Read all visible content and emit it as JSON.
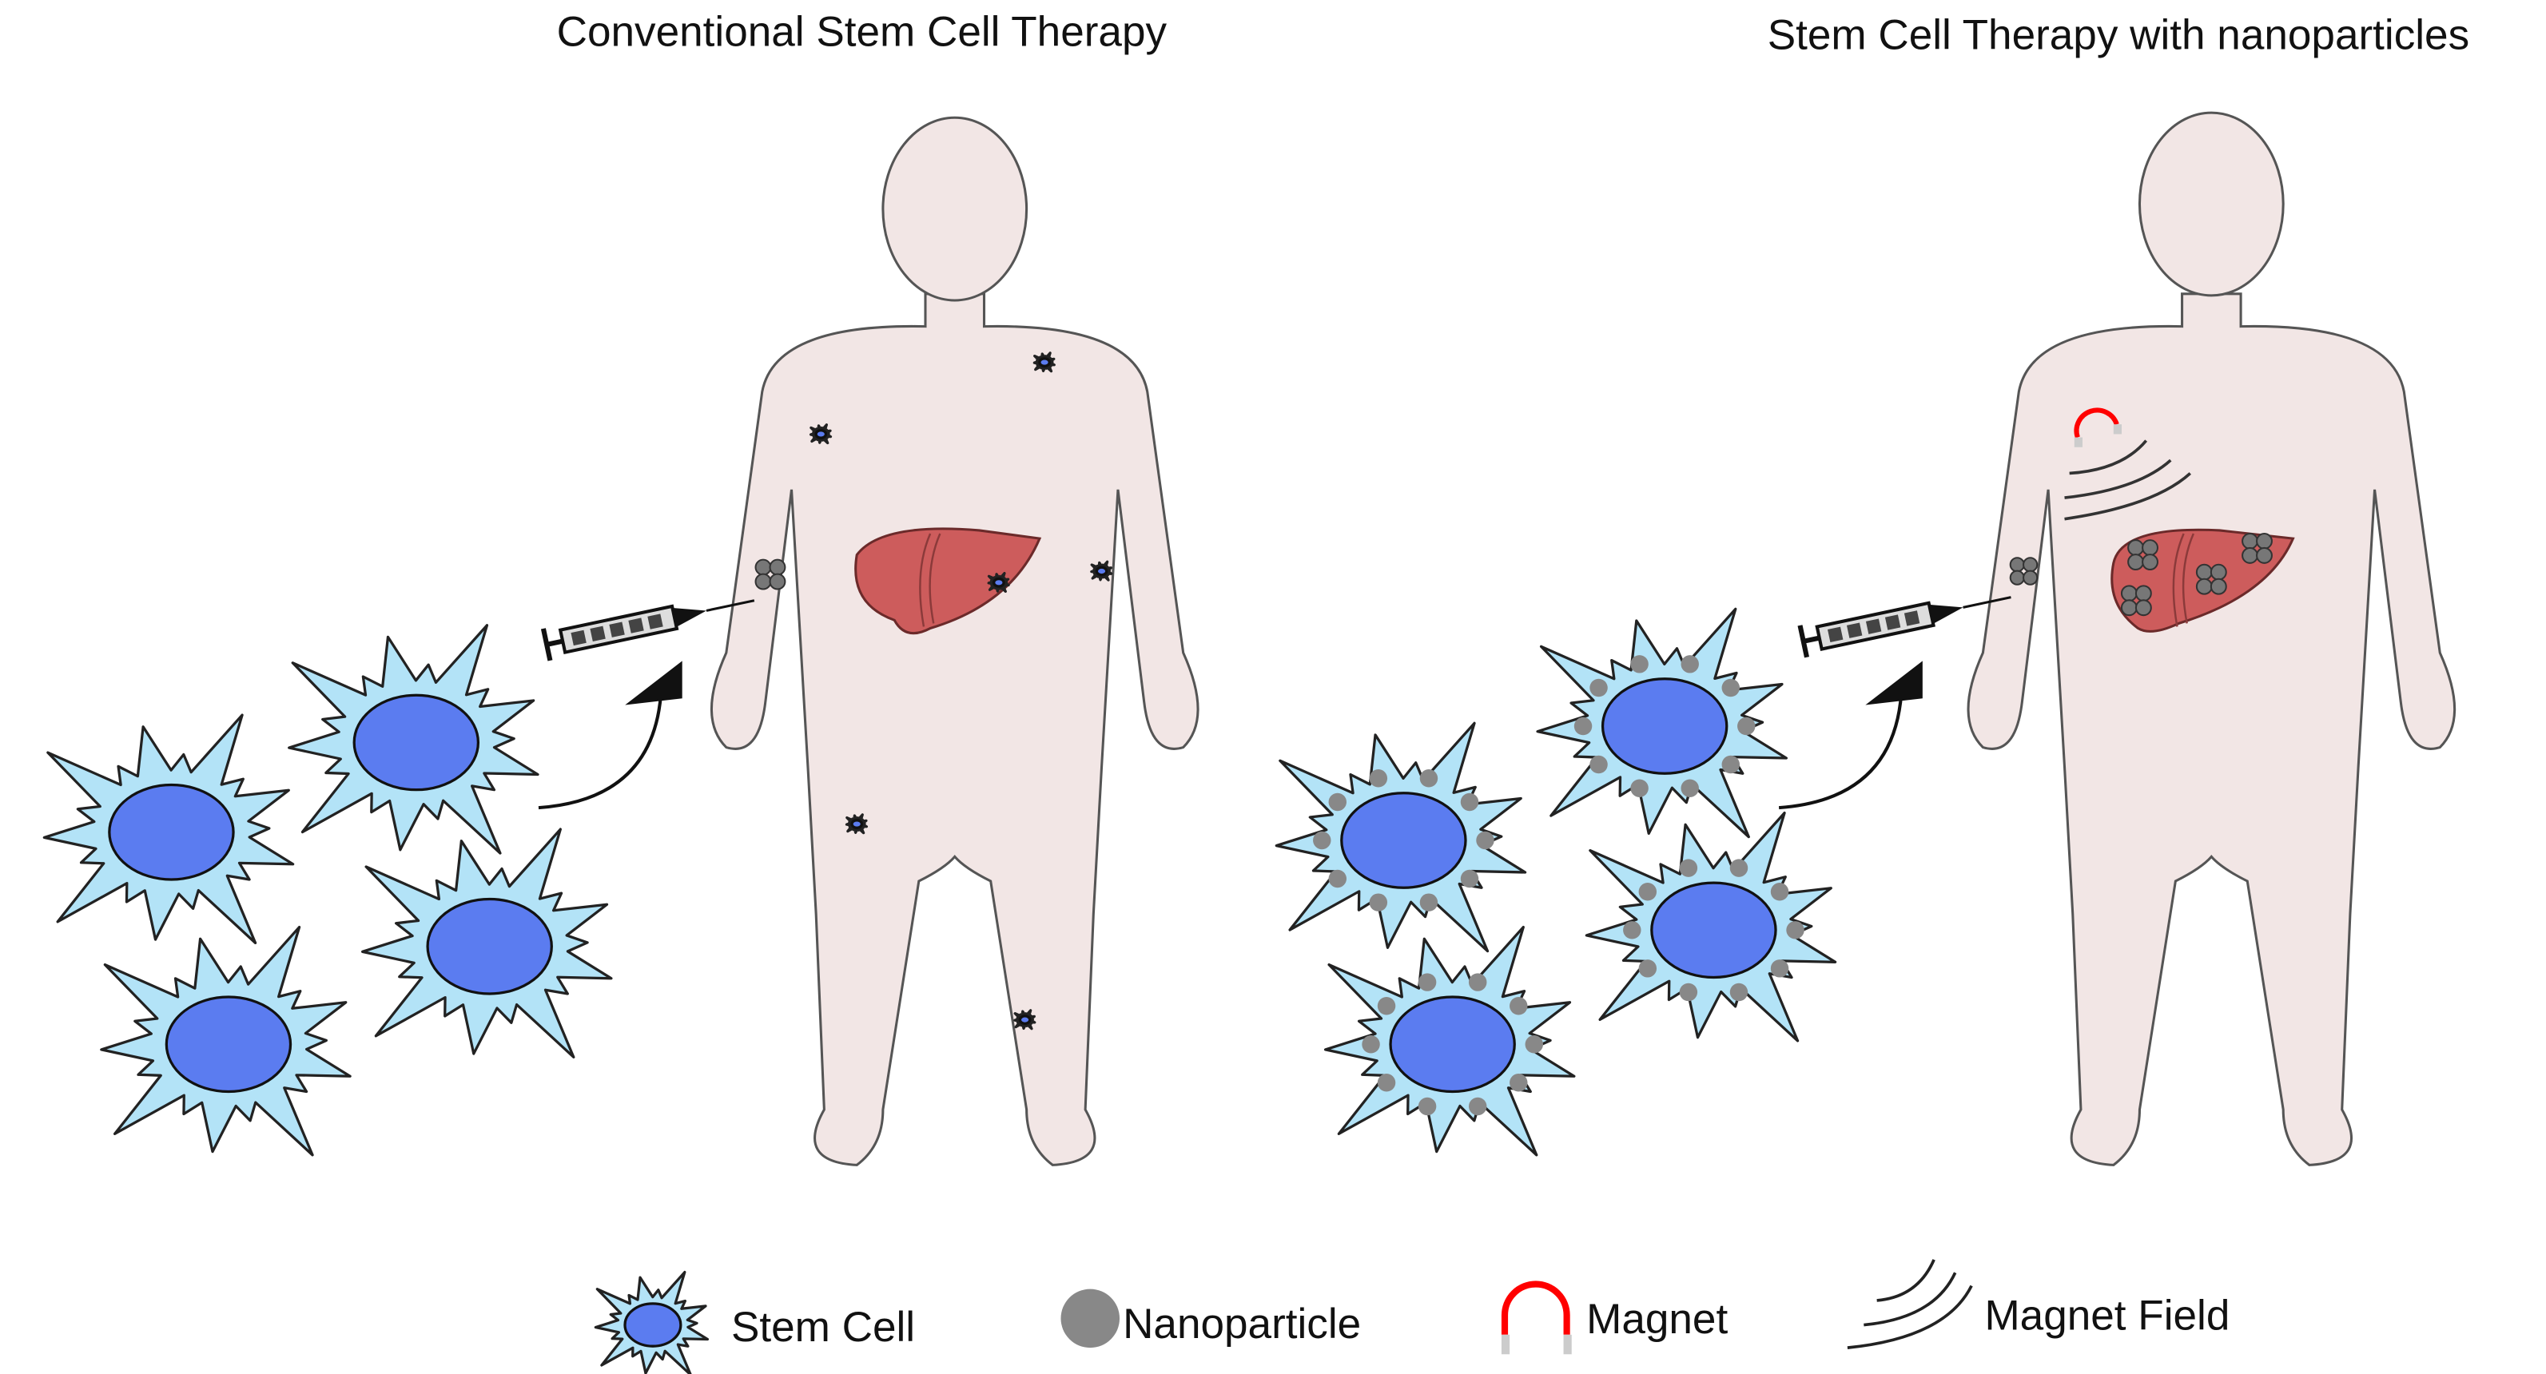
{
  "titles": {
    "left": "Conventional Stem Cell Therapy",
    "right": "Stem Cell Therapy with nanoparticles"
  },
  "legend": {
    "stem_cell": "Stem Cell",
    "nanoparticle": "Nanoparticle",
    "magnet": "Magnet",
    "magnet_field": "Magnet Field"
  },
  "colors": {
    "body": "#f2e6e5",
    "cell": "#b3e3f7",
    "nucleus": "#5b7cf0",
    "liver": "#cd5c5c",
    "nanoparticle": "#888888",
    "magnet": "#ff0000"
  }
}
